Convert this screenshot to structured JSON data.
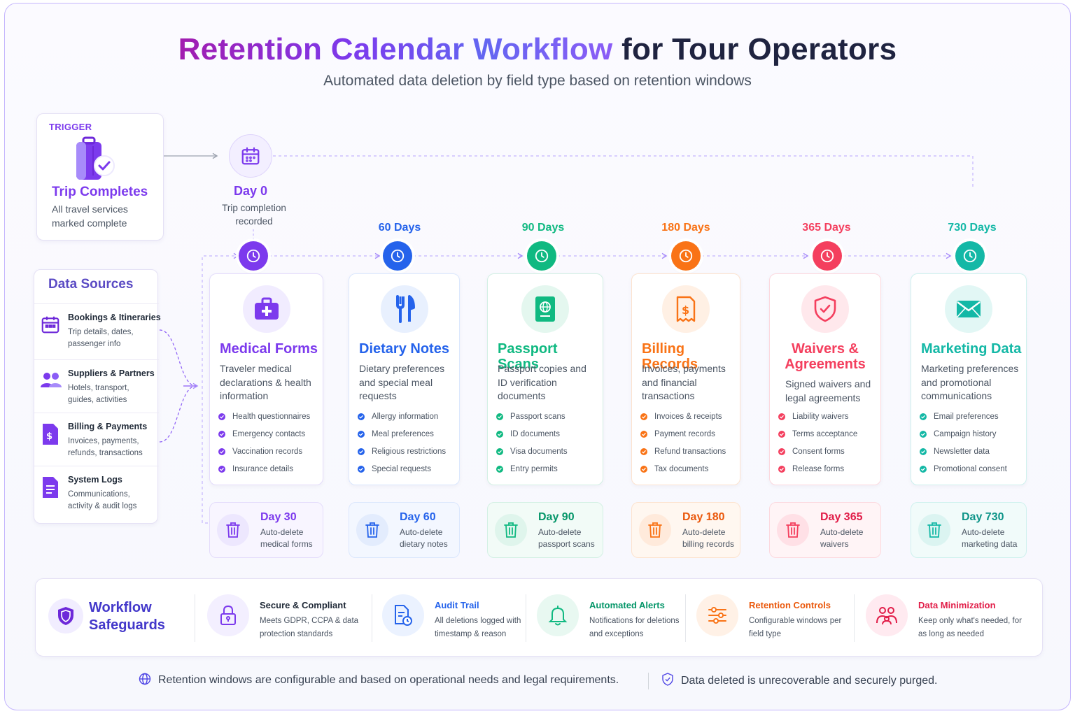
{
  "title": {
    "highlight": "Retention Calendar Workflow",
    "rest": " for Tour Operators"
  },
  "subtitle": "Automated data deletion by field type based on retention windows",
  "trigger": {
    "tag": "TRIGGER",
    "title": "Trip Completes",
    "description": "All travel services marked complete",
    "icon": "luggage-check-icon"
  },
  "day0": {
    "label": "Day 0",
    "description": "Trip completion recorded",
    "icon": "calendar-icon"
  },
  "data_sources": {
    "heading": "Data Sources",
    "items": [
      {
        "title": "Bookings & Itineraries",
        "description": "Trip details, dates, passenger info",
        "icon": "calendar-icon"
      },
      {
        "title": "Suppliers & Partners",
        "description": "Hotels, transport, guides, activities",
        "icon": "users-icon"
      },
      {
        "title": "Billing & Payments",
        "description": "Invoices, payments, refunds, transactions",
        "icon": "billing-document-icon"
      },
      {
        "title": "System Logs",
        "description": "Communications, activity & audit logs",
        "icon": "log-document-icon"
      }
    ]
  },
  "categories": [
    {
      "milestone": "",
      "title": "Medical Forms",
      "description": "Traveler medical declarations & health information",
      "items": [
        "Health questionnaires",
        "Emergency contacts",
        "Vaccination records",
        "Insurance details"
      ],
      "icon": "medical-kit-icon",
      "color": "#7c3aed",
      "delete": {
        "title": "Day 30",
        "description": "Auto-delete medical forms"
      }
    },
    {
      "milestone": "60 Days",
      "title": "Dietary Notes",
      "description": "Dietary preferences and special meal requests",
      "items": [
        "Allergy information",
        "Meal preferences",
        "Religious restrictions",
        "Special requests"
      ],
      "icon": "fork-knife-icon",
      "color": "#2563eb",
      "delete": {
        "title": "Day 60",
        "description": "Auto-delete dietary notes"
      }
    },
    {
      "milestone": "90 Days",
      "title": "Passport Scans",
      "description": "Passport copies and ID verification documents",
      "items": [
        "Passport scans",
        "ID documents",
        "Visa documents",
        "Entry permits"
      ],
      "icon": "passport-icon",
      "color": "#10b981",
      "delete": {
        "title": "Day 90",
        "description": "Auto-delete passport scans"
      }
    },
    {
      "milestone": "180 Days",
      "title": "Billing Records",
      "description": "Invoices, payments and financial transactions",
      "items": [
        "Invoices & receipts",
        "Payment records",
        "Refund transactions",
        "Tax documents"
      ],
      "icon": "receipt-dollar-icon",
      "color": "#f97316",
      "delete": {
        "title": "Day 180",
        "description": "Auto-delete billing records"
      }
    },
    {
      "milestone": "365 Days",
      "title": "Waivers & Agreements",
      "description": "Signed waivers and legal agreements",
      "items": [
        "Liability waivers",
        "Terms acceptance",
        "Consent forms",
        "Release forms"
      ],
      "icon": "shield-check-icon",
      "color": "#f43f5e",
      "delete": {
        "title": "Day 365",
        "description": "Auto-delete waivers"
      }
    },
    {
      "milestone": "730 Days",
      "title": "Marketing Data",
      "description": "Marketing preferences and promotional communications",
      "items": [
        "Email preferences",
        "Campaign history",
        "Newsletter data",
        "Promotional consent"
      ],
      "icon": "envelope-icon",
      "color": "#14b8a6",
      "delete": {
        "title": "Day 730",
        "description": "Auto-delete marketing data"
      }
    }
  ],
  "safeguards": {
    "title": "Workflow Safeguards",
    "items": [
      {
        "title": "Secure & Compliant",
        "description": "Meets GDPR, CCPA & data protection standards",
        "icon": "lock-icon",
        "color": "#7c3aed"
      },
      {
        "title": "Audit Trail",
        "description": "All deletions logged with timestamp & reason",
        "icon": "audit-document-icon",
        "color": "#2563eb"
      },
      {
        "title": "Automated Alerts",
        "description": "Notifications for deletions and exceptions",
        "icon": "bell-icon",
        "color": "#10b981"
      },
      {
        "title": "Retention Controls",
        "description": "Configurable windows per field type",
        "icon": "sliders-icon",
        "color": "#f97316"
      },
      {
        "title": "Data Minimization",
        "description": "Keep only what's needed, for as long as needed",
        "icon": "people-icon",
        "color": "#e11d48"
      }
    ]
  },
  "footer": {
    "left": "Retention windows are configurable and based on operational needs and legal requirements.",
    "right": "Data deleted is unrecoverable and securely purged."
  }
}
